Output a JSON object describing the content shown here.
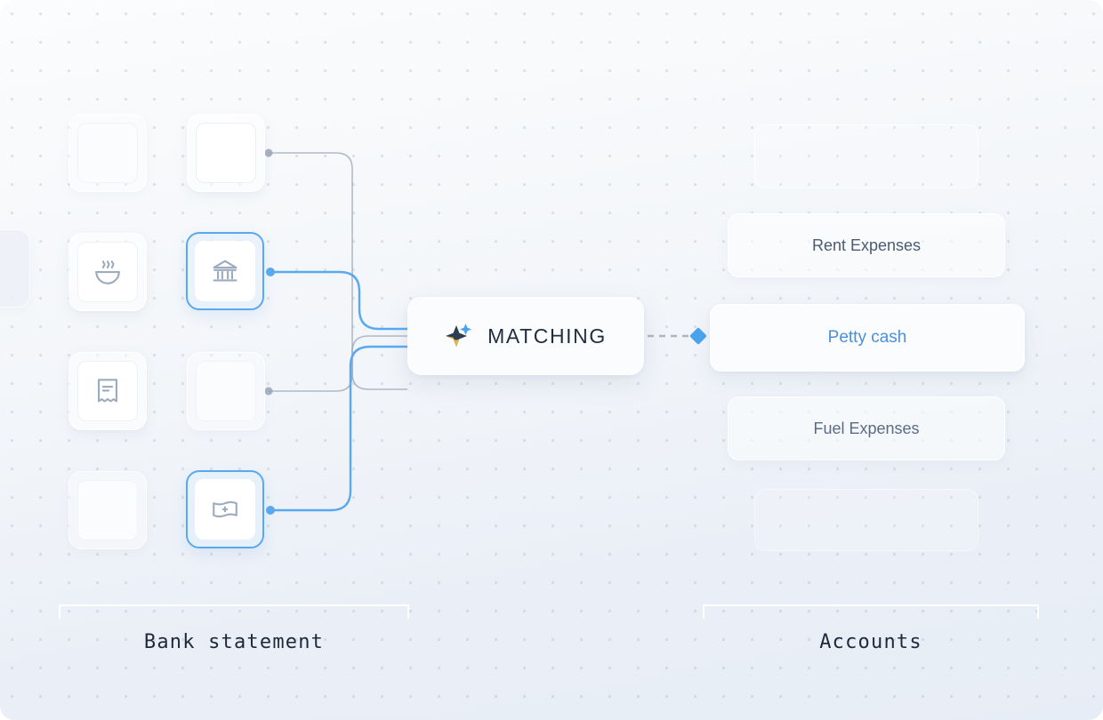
{
  "canvas": {
    "background_top": "#fbfcfd",
    "background_bottom": "#e7edf6",
    "grid": "dot-grid",
    "accent_blue": "#5aa9f0",
    "active_text_blue": "#4a90d9",
    "edge_gray": "#9aa6b6",
    "sparkle_navy": "#2c3e54",
    "sparkle_gold": "#e8b341",
    "sparkle_blue": "#5aa9f0"
  },
  "matching": {
    "label": "MATCHING",
    "icon": "sparkle-icon",
    "output_marker": "diamond-handle"
  },
  "bank_statement": {
    "title": "Bank statement",
    "columns": [
      {
        "name": "thumbnails",
        "items": [
          {
            "icon": "blank-tile",
            "state": "idle",
            "label": ""
          },
          {
            "icon": "soup-bowl-icon",
            "state": "idle",
            "label": ""
          },
          {
            "icon": "receipt-icon",
            "state": "idle",
            "label": ""
          },
          {
            "icon": "blank-tile",
            "state": "idle",
            "label": ""
          }
        ]
      },
      {
        "name": "transactions",
        "items": [
          {
            "icon": "blank-tile",
            "state": "connected",
            "label": ""
          },
          {
            "icon": "bank-building-icon",
            "state": "active",
            "label": ""
          },
          {
            "icon": "blank-tile",
            "state": "connected",
            "label": ""
          },
          {
            "icon": "banknote-icon",
            "state": "active",
            "label": ""
          }
        ]
      }
    ]
  },
  "accounts": {
    "title": "Accounts",
    "items": [
      {
        "label": "",
        "state": "ghost"
      },
      {
        "label": "Rent Expenses",
        "state": "idle"
      },
      {
        "label": "Petty cash",
        "state": "active"
      },
      {
        "label": "Fuel Expenses",
        "state": "idle"
      },
      {
        "label": "",
        "state": "ghost"
      }
    ]
  }
}
